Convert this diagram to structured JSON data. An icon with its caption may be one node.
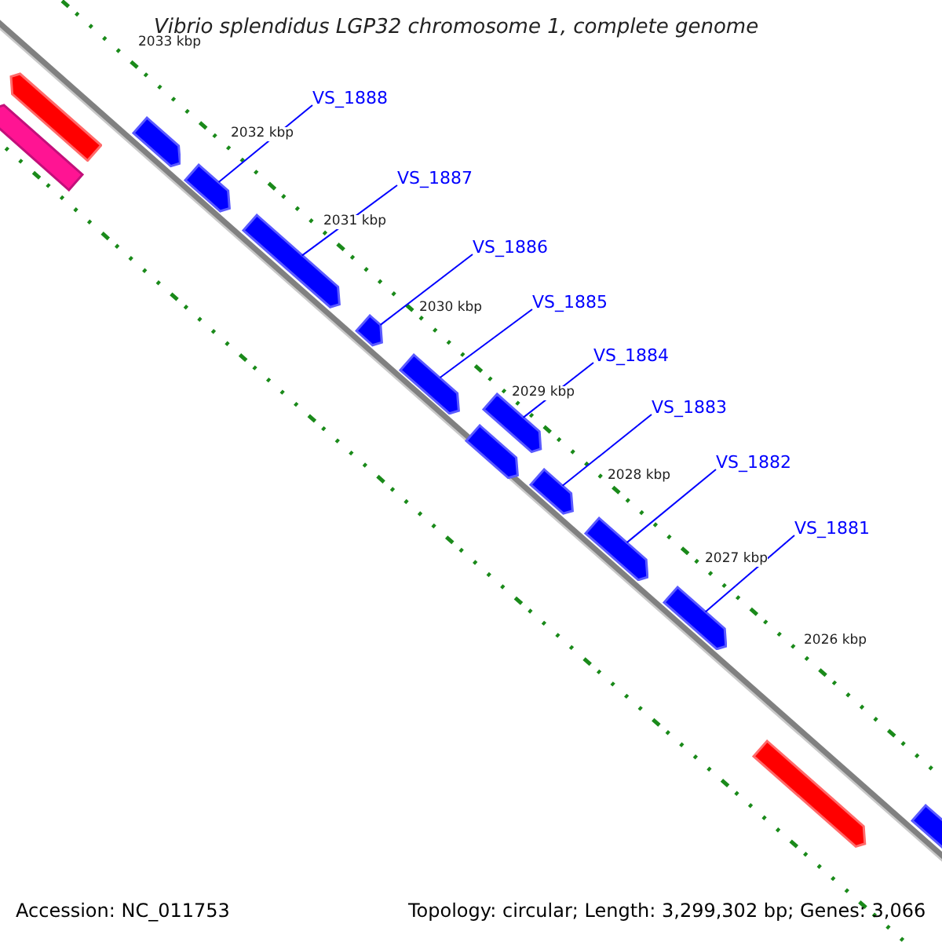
{
  "diagram": {
    "title": "Vibrio splendidus LGP32 chromosome 1, complete genome",
    "nodes": [
      {
        "text": [
          "VS_1888"
        ]
      },
      {
        "text": [
          "VS_1887"
        ]
      },
      {
        "text": [
          "VS_1886"
        ]
      },
      {
        "text": [
          "VS_1885"
        ]
      },
      {
        "text": [
          "VS_1884"
        ]
      },
      {
        "text": [
          "VS_1883"
        ]
      },
      {
        "text": [
          "VS_1882"
        ]
      },
      {
        "text": [
          "VS_1881"
        ]
      },
      {
        "text": [],
        "shape": "bar"
      },
      {
        "text": [],
        "shape": "bar"
      },
      {
        "text": [],
        "shape": "bar"
      },
      {
        "text": [],
        "shape": "bar"
      },
      {
        "text": [],
        "shape": "bar"
      },
      {
        "text": [],
        "shape": "bar"
      },
      {
        "text": [],
        "shape": "bar"
      },
      {
        "text": [],
        "shape": "bar"
      },
      {
        "text": [],
        "shape": "bar"
      },
      {
        "text": [],
        "shape": "bar"
      },
      {
        "text": [],
        "shape": "bar"
      },
      {
        "text": [],
        "shape": "bar"
      },
      {
        "text": [],
        "shape": "bar"
      },
      {
        "text": [],
        "shape": "bar"
      }
    ],
    "edges": [
      {
        "from": 0,
        "to": 11,
        "arrow": "none"
      },
      {
        "from": 1,
        "to": 12,
        "arrow": "none"
      },
      {
        "from": 2,
        "to": 13,
        "arrow": "none"
      },
      {
        "from": 3,
        "to": 14,
        "arrow": "none"
      },
      {
        "from": 4,
        "to": 16,
        "arrow": "none"
      },
      {
        "from": 5,
        "to": 17,
        "arrow": "none"
      },
      {
        "from": 6,
        "to": 18,
        "arrow": "none"
      },
      {
        "from": 7,
        "to": 19,
        "arrow": "none"
      }
    ],
    "labels": [
      "2033 kbp",
      "2032 kbp",
      "2031 kbp",
      "2030 kbp",
      "2029 kbp",
      "2028 kbp",
      "2027 kbp",
      "2026 kbp",
      "Accession: NC_011753",
      "Topology: circular; Length: 3,299,302 bp; Genes: 3,066"
    ]
  }
}
